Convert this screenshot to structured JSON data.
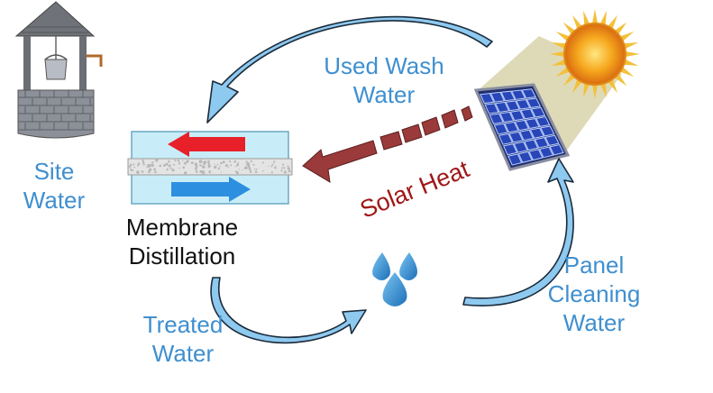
{
  "labels": {
    "site_water": "Site\nWater",
    "used_wash_water": "Used Wash\nWater",
    "membrane_distillation": "Membrane\nDistillation",
    "treated_water": "Treated\nWater",
    "panel_cleaning_water": "Panel\nCleaning\nWater",
    "solar_heat": "Solar Heat"
  },
  "colors": {
    "label_blue": "#3f8fcf",
    "flow_arrow": "#8ec9ef",
    "solar_heat_arrow": "#9b3a3a",
    "hot_stream": "#e8202a",
    "cold_stream": "#2d8fe0",
    "membrane_box": "#c9edf8",
    "panel_cell": "#2846b8",
    "sun": "#f0a020",
    "water_drop": "#2e86cf"
  },
  "icons": {
    "well": "wishing-well-icon",
    "sun": "sun-icon",
    "solar_panel": "solar-panel-icon",
    "water_drops": "water-drops-icon",
    "membrane": "membrane-module-icon"
  }
}
